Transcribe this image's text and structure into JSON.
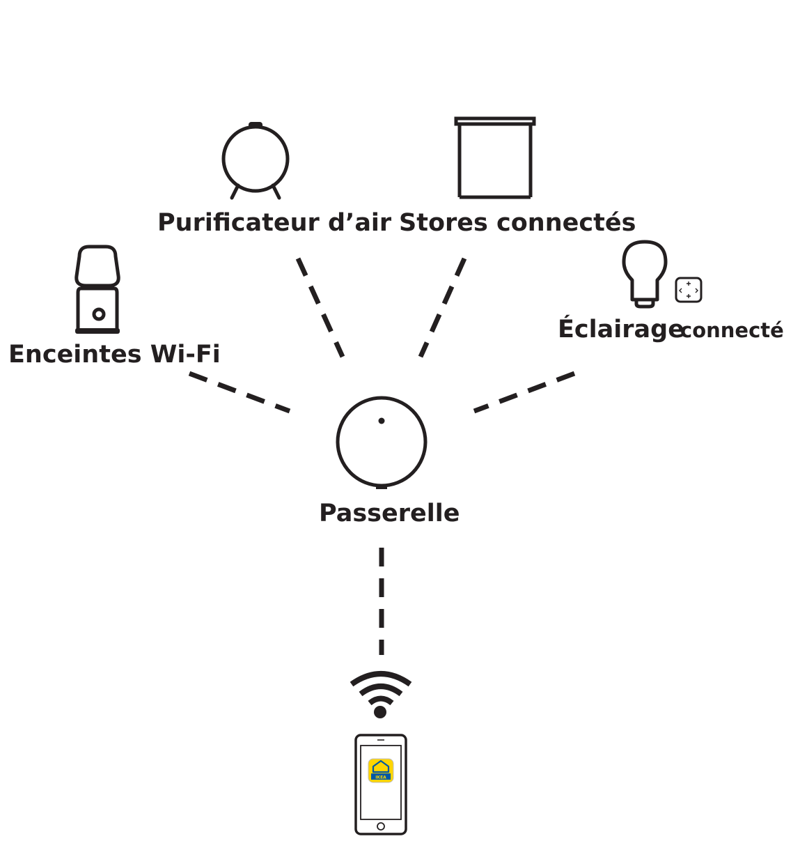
{
  "labels": {
    "air_purifier": "Purificateur d’air",
    "blinds": "Stores connectés",
    "speakers": "Enceintes Wi-Fi",
    "lighting_main": "Éclairage",
    "lighting_sub": "connecté",
    "gateway": "Passerelle",
    "app_logo_text": "IKEA"
  },
  "colors": {
    "ink": "#231f20",
    "app_yellow": "#ffd500",
    "app_blue": "#0058a3"
  },
  "icons": {
    "air_purifier": "air-purifier-icon",
    "blinds": "roller-blind-icon",
    "speakers": "wifi-speaker-lamp-icon",
    "lighting": "light-bulb-icon",
    "remote": "remote-control-icon",
    "gateway": "gateway-hub-icon",
    "wifi": "wifi-icon",
    "phone": "smartphone-icon",
    "app": "home-smart-app-icon"
  }
}
